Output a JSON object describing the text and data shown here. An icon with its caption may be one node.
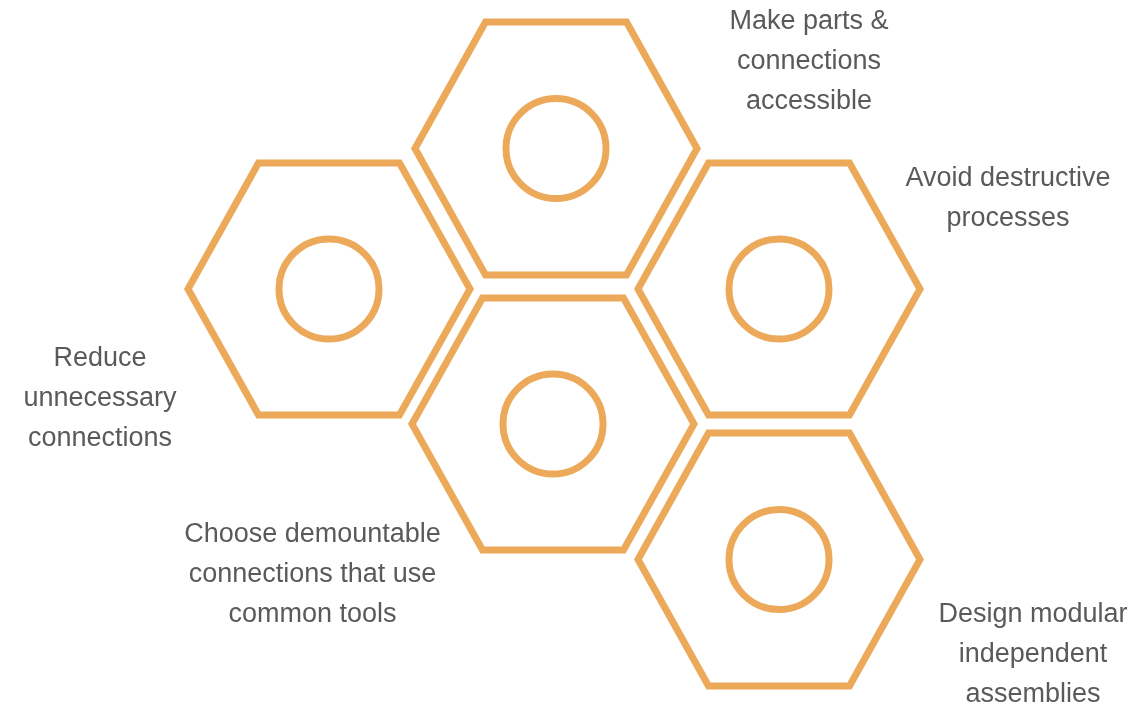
{
  "diagram": {
    "nodes": [
      {
        "text": [],
        "shape": "hexagon",
        "beside": [
          "Make parts & connections accessible"
        ]
      },
      {
        "text": [],
        "shape": "hexagon",
        "beside": [
          "Reduce unnecessary connections"
        ]
      },
      {
        "text": [],
        "shape": "hexagon",
        "beside": [
          "Avoid destructive processes"
        ]
      },
      {
        "text": [],
        "shape": "hexagon",
        "beside": [
          "Choose demountable connections that use common tools"
        ]
      },
      {
        "text": [],
        "shape": "hexagon",
        "beside": [
          "Design modular independent assemblies"
        ]
      }
    ]
  }
}
